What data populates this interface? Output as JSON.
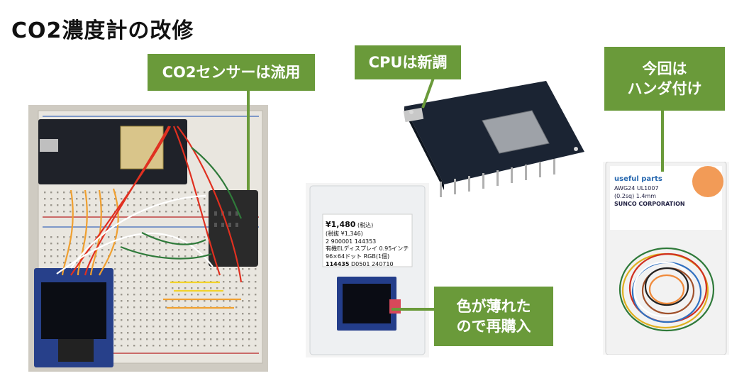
{
  "title": "CO2濃度計の改修",
  "callouts": {
    "sensor": "CO2センサーは流用",
    "cpu": "CPUは新調",
    "solder_line1": "今回は",
    "solder_line2": "ハンダ付け",
    "display_line1": "色が薄れた",
    "display_line2": "ので再購入"
  },
  "display_label": {
    "price": "¥1,480",
    "tax": "(税込)",
    "price_ex": "(税抜 ¥1,346)",
    "barcode": "2 900001 144353",
    "product": "有機ELディスプレイ 0.95インチ 96×64ドット RGB(1個)",
    "code": "114435",
    "lot": "D0501 240710"
  },
  "wire_label": {
    "brand": "useful parts",
    "spec1": "AWG24 UL1007",
    "spec2": "(0.2sq) 1.4mm",
    "maker": "SUNCO CORPORATION"
  },
  "colors": {
    "callout_bg": "#6a9a3a",
    "callout_text": "#ffffff",
    "pcb_dark": "#1b2433",
    "breadboard": "#d6d3cc"
  }
}
